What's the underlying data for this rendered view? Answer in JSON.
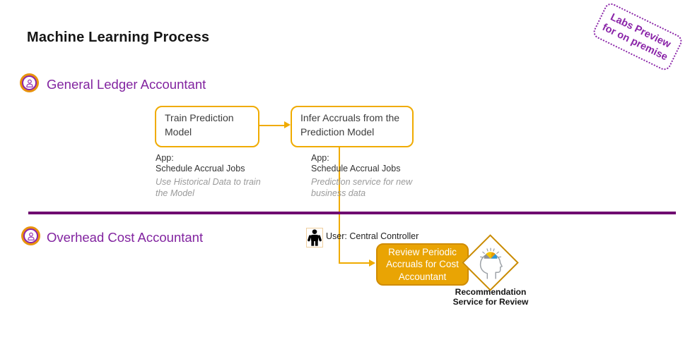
{
  "title": "Machine Learning Process",
  "stamp": {
    "line1": "Labs Preview",
    "line2": "for on premise"
  },
  "lanes": [
    {
      "label": "General Ledger Accountant"
    },
    {
      "label": "Overhead Cost Accountant"
    }
  ],
  "boxes": {
    "train": {
      "label": "Train Prediction Model",
      "app_title": "App:",
      "app_name": "Schedule Accrual Jobs",
      "note": "Use Historical Data to train the Model"
    },
    "infer": {
      "label": "Infer Accruals from the Prediction Model",
      "app_title": "App:",
      "app_name": "Schedule Accrual Jobs",
      "note": "Prediction service for new business data"
    },
    "review": {
      "label": "Review Periodic Accruals for Cost Accountant"
    }
  },
  "user": {
    "label": "User: Central Controller"
  },
  "recommendation": {
    "caption": "Recommendation Service for Review"
  },
  "icons": {
    "lane_persona": "person-in-double-ring-circle",
    "user": "black-person-silhouette",
    "recommendation": "head-profile-with-idea-gauge"
  },
  "colors": {
    "gold": "#F0AB00",
    "review_fill": "#E9A404",
    "lane_purple": "#8224A0",
    "divider_purple": "#6F0B70",
    "stamp_purple": "#8A24A8",
    "note_gray": "#9A9A9A"
  }
}
